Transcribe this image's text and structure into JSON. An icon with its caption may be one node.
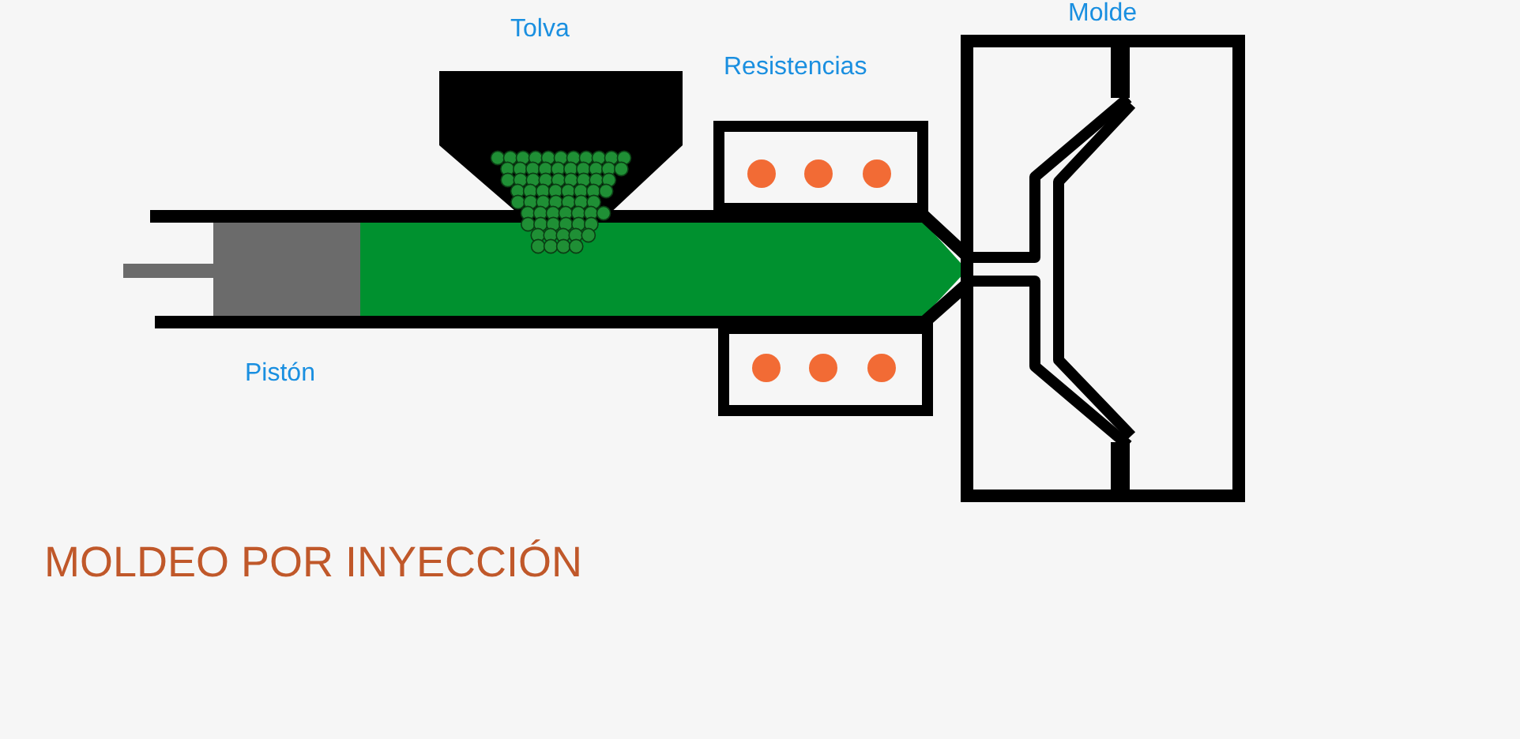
{
  "diagram": {
    "title": "MOLDEO POR INYECCIÓN",
    "labels": [
      "Molde",
      "Tolva",
      "Resistencias",
      "Pistón"
    ]
  }
}
